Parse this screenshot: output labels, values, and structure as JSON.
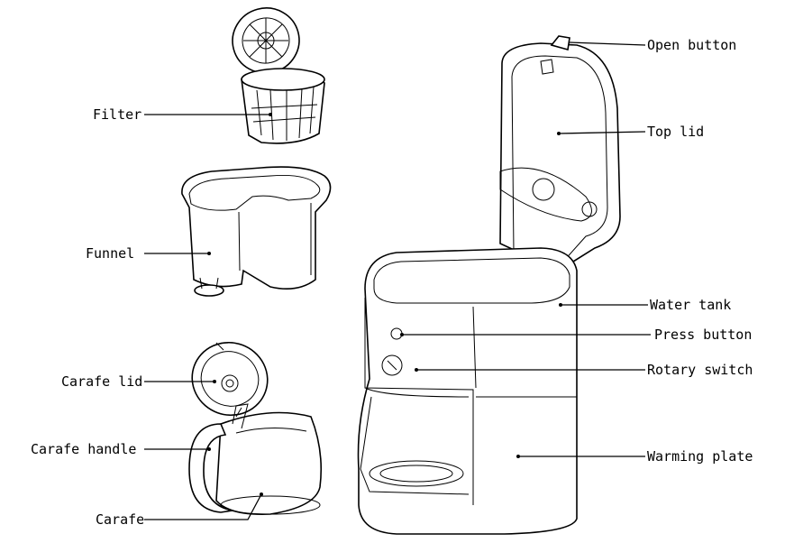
{
  "labels": {
    "filter": "Filter",
    "funnel": "Funnel",
    "carafe_lid": "Carafe lid",
    "carafe_handle": "Carafe handle",
    "carafe": "Carafe",
    "open_button": "Open button",
    "top_lid": "Top lid",
    "water_tank": "Water tank",
    "press_button": "Press  button",
    "rotary_switch": "Rotary switch",
    "warming_plate": "Warming plate"
  },
  "colors": {
    "line": "#000000",
    "background": "#ffffff"
  }
}
